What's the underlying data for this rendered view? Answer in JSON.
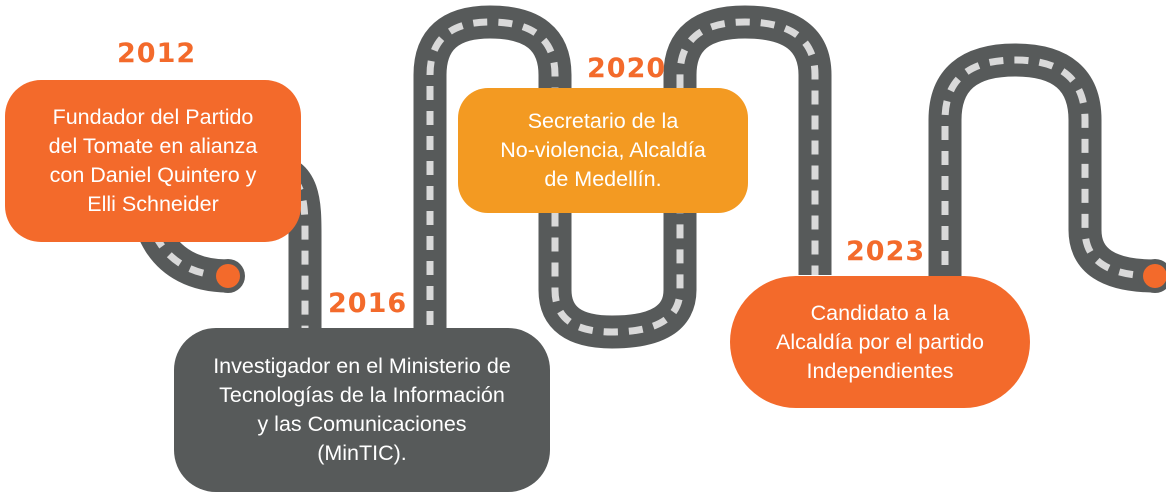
{
  "colors": {
    "orange": "#f36a2b",
    "amber": "#f39a22",
    "dark": "#575a5a",
    "road": "#575a5a",
    "dash": "#d9d9d9"
  },
  "milestones": [
    {
      "year": "2012",
      "lines": [
        "Fundador del Partido",
        "del Tomate en alianza",
        "con Daniel Quintero y",
        "Elli Schneider"
      ]
    },
    {
      "year": "2016",
      "lines": [
        "Investigador en el Ministerio de",
        "Tecnologías de la Información",
        "y las Comunicaciones",
        "(MinTIC)."
      ]
    },
    {
      "year": "2020",
      "lines": [
        "Secretario de la",
        "No-violencia, Alcaldía",
        "de Medellín."
      ]
    },
    {
      "year": "2023",
      "lines": [
        "Candidato a la",
        "Alcaldía por el partido",
        "Independientes"
      ]
    }
  ]
}
